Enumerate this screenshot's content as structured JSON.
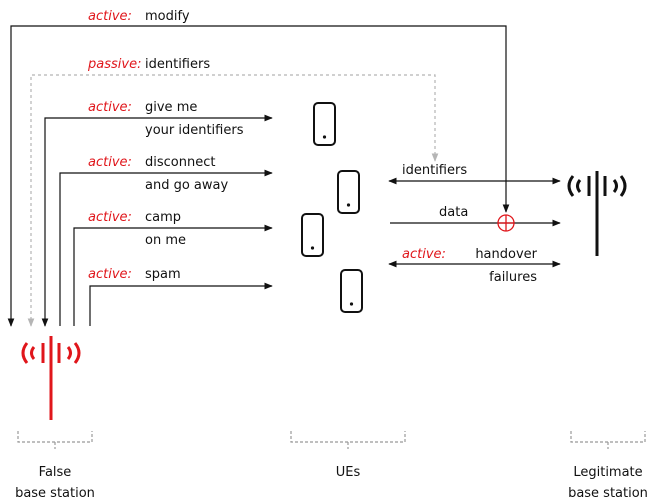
{
  "colors": {
    "red": "#e0161b",
    "black": "#111111",
    "gray": "#b5b5b5",
    "bracket": "#999999"
  },
  "attacks": {
    "modify": {
      "prefix": "active:",
      "text": "modify"
    },
    "identifiers": {
      "prefix": "passive:",
      "text": "identifiers"
    },
    "give_me": {
      "prefix": "active:",
      "line1": "give me",
      "line2": "your identifiers"
    },
    "disconnect": {
      "prefix": "active:",
      "line1": "disconnect",
      "line2": "and go away"
    },
    "camp": {
      "prefix": "active:",
      "line1": "camp",
      "line2": "on me"
    },
    "spam": {
      "prefix": "active:",
      "text": "spam"
    }
  },
  "links": {
    "identifiers": "identifiers",
    "data": "data",
    "handover": {
      "prefix": "active:",
      "line1": "handover",
      "line2": "failures"
    }
  },
  "groups": {
    "false_bs": {
      "line1": "False",
      "line2": "base station"
    },
    "ues": "UEs",
    "legit_bs": {
      "line1": "Legitimate",
      "line2": "base station"
    }
  },
  "icons": [
    "false-base-station-icon",
    "legitimate-base-station-icon",
    "phone-icon"
  ]
}
